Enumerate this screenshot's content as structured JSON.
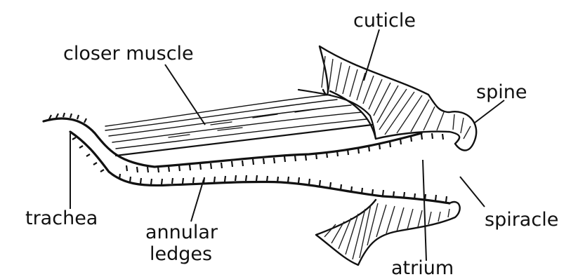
{
  "labels": {
    "cuticle": "cuticle",
    "closer_muscle": "closer muscle",
    "spine": "spine",
    "trachea": "trachea",
    "annular": "annular",
    "ledges": "ledges",
    "spiracle": "spiracle",
    "atrium": "atrium"
  },
  "colors": {
    "ink": "#111111",
    "background": "#ffffff"
  }
}
